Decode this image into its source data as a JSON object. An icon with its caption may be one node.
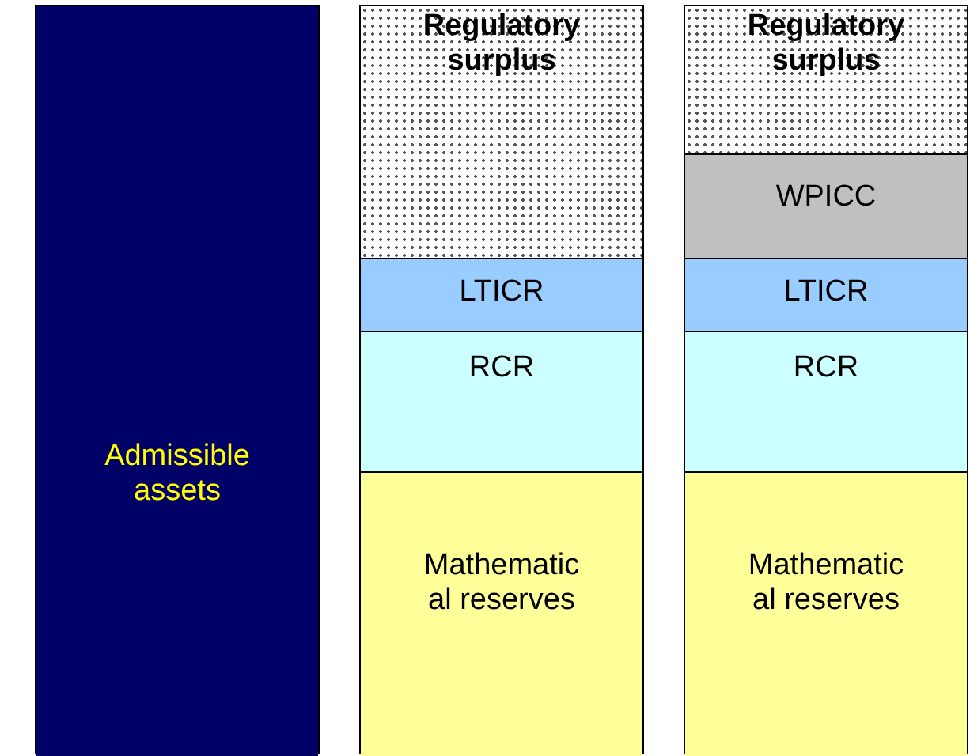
{
  "diagram": {
    "nodes": [
      {
        "text": [
          "Admissible assets"
        ]
      },
      {
        "text": [
          "Regulatory surplus"
        ]
      },
      {
        "text": [
          "LTICR"
        ]
      },
      {
        "text": [
          "RCR"
        ]
      },
      {
        "text": [
          "Mathematic al reserves"
        ]
      },
      {
        "text": [
          "Regulatory surplus"
        ]
      },
      {
        "text": [
          "WPICC"
        ]
      },
      {
        "text": [
          "LTICR"
        ]
      },
      {
        "text": [
          "RCR"
        ]
      },
      {
        "text": [
          "Mathematic al reserves"
        ]
      }
    ]
  }
}
